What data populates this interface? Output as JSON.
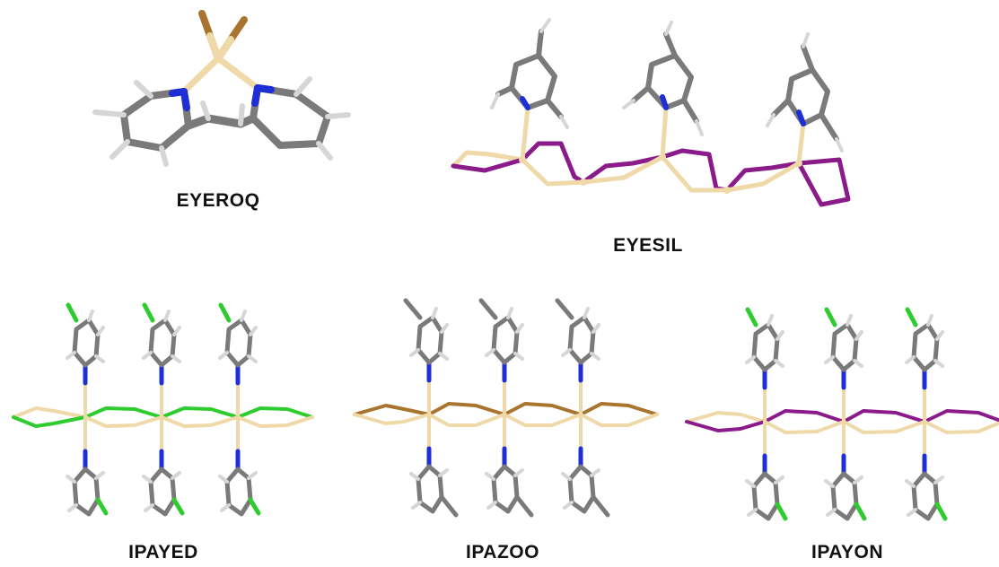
{
  "structures": [
    {
      "id": "eyeroq",
      "label": "EYEROQ"
    },
    {
      "id": "eyesil",
      "label": "EYESIL"
    },
    {
      "id": "ipayed",
      "label": "IPAYED"
    },
    {
      "id": "ipazoo",
      "label": "IPAZOO"
    },
    {
      "id": "ipayon",
      "label": "IPAYON"
    }
  ],
  "colors": {
    "carbon": "#7a7a7a",
    "hydrogen": "#d6d6d6",
    "nitrogen": "#1e2fd6",
    "metal": "#f0d9a8",
    "chloride": "#2ecc2e",
    "bromide": "#a8742e",
    "iodide": "#8b1a8b"
  }
}
